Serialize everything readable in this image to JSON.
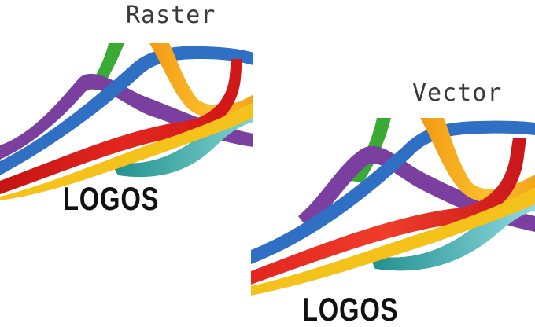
{
  "panels": {
    "raster": {
      "title": "Raster",
      "logo_text": "LOGOS"
    },
    "vector": {
      "title": "Vector",
      "logo_text": "LOGOS"
    }
  },
  "ribbon_colors": {
    "green": "#3aa935",
    "blue": "#2f6fc4",
    "purple": "#7b3fa0",
    "orange": "#f7a81c",
    "red": "#e3261f",
    "yellow": "#f4c21b",
    "teal": "#2fa8a3"
  }
}
